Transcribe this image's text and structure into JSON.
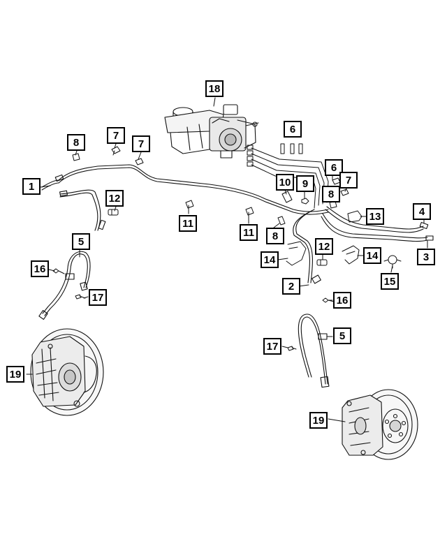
{
  "diagram": {
    "callouts": [
      {
        "id": "c1",
        "label": "1"
      },
      {
        "id": "c2",
        "label": "2"
      },
      {
        "id": "c3",
        "label": "3"
      },
      {
        "id": "c4",
        "label": "4"
      },
      {
        "id": "c5a",
        "label": "5"
      },
      {
        "id": "c5b",
        "label": "5"
      },
      {
        "id": "c6",
        "label": "6"
      },
      {
        "id": "c6b",
        "label": "6"
      },
      {
        "id": "c7a",
        "label": "7"
      },
      {
        "id": "c7b",
        "label": "7"
      },
      {
        "id": "c7c",
        "label": "7"
      },
      {
        "id": "c8a",
        "label": "8"
      },
      {
        "id": "c8b",
        "label": "8"
      },
      {
        "id": "c8c",
        "label": "8"
      },
      {
        "id": "c9",
        "label": "9"
      },
      {
        "id": "c10",
        "label": "10"
      },
      {
        "id": "c11a",
        "label": "11"
      },
      {
        "id": "c11b",
        "label": "11"
      },
      {
        "id": "c12a",
        "label": "12"
      },
      {
        "id": "c12b",
        "label": "12"
      },
      {
        "id": "c13",
        "label": "13"
      },
      {
        "id": "c14a",
        "label": "14"
      },
      {
        "id": "c14b",
        "label": "14"
      },
      {
        "id": "c15",
        "label": "15"
      },
      {
        "id": "c16a",
        "label": "16"
      },
      {
        "id": "c16b",
        "label": "16"
      },
      {
        "id": "c17a",
        "label": "17"
      },
      {
        "id": "c17b",
        "label": "17"
      },
      {
        "id": "c18",
        "label": "18"
      },
      {
        "id": "c19a",
        "label": "19"
      },
      {
        "id": "c19b",
        "label": "19"
      }
    ]
  }
}
